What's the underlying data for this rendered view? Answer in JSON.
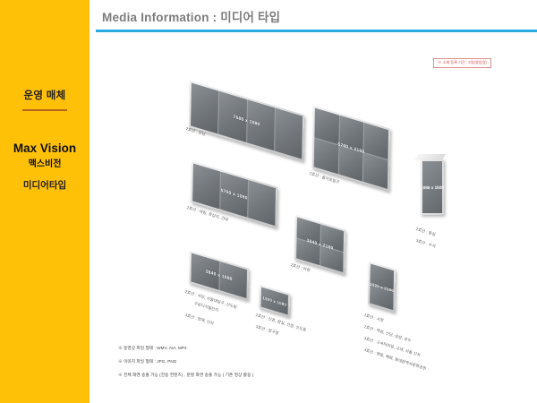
{
  "sidebar": {
    "title": "운영 매체",
    "brand_en": "Max Vision",
    "brand_kr": "맥스비전",
    "subtitle": "미디어타입",
    "bg_color": "#FFC107"
  },
  "header": {
    "title": "Media Information  : 미디어 타입",
    "rule_color": "#29ABE2"
  },
  "note_box": {
    "text": "※ 소재 등록 기간 : 3일(영업일)",
    "color": "#d94a4a"
  },
  "monitors": [
    {
      "id": "m-7680x1080",
      "resolution": "7680 x 1080",
      "panels": "4x1",
      "caption": "2호선 : 강남"
    },
    {
      "id": "m-5760x1080",
      "resolution": "5760 x 1080",
      "panels": "3x1",
      "caption": "2호선 : 대림, 왕십리, 건대"
    },
    {
      "id": "m-5760x2160",
      "resolution": "5760 x 2160",
      "panels": "3x2",
      "caption": "2호선 : 을지로입구"
    },
    {
      "id": "m-3840x1080",
      "resolution": "3840 x 1080",
      "panels": "2x1",
      "caption_line1": "2호선 : 사당, 서울대입구, 신도림",
      "caption_line2": "구로디지털단지",
      "caption_line3": "3호선 : 양재, 신사"
    },
    {
      "id": "m-3840x2160",
      "resolution": "3840 x 2160",
      "panels": "2x2",
      "caption": "2호선 : 아현"
    },
    {
      "id": "m-1920x1080",
      "resolution": "1920 x 1080",
      "panels": "1x1",
      "caption_line1": "2호선 : 신촌, 잠실, 신림, 신도림",
      "caption_line2": "3호선 : 압구정"
    },
    {
      "id": "m-1920x2160",
      "resolution": "1920 x 2160",
      "panels": "1x2",
      "caption_line1": "1호선 : 시청",
      "caption_line2": "2호선 : 역삼, 신당, 삼성, 성수",
      "caption_line3": "3호선 : 고속터미널, 교대, 서울 신사",
      "caption_line4": "4호선 : 명동, 혜화, 동대문역사문화공원"
    },
    {
      "id": "m-1080x1920",
      "resolution": "1080 x 1920",
      "panels": "1x1-portrait",
      "caption_line1": "2호선 : 잠실",
      "caption_line2": "3호선 : 수서"
    }
  ],
  "footnotes": [
    "※ 동영상 파일 형태 : WMV, AVI, MP4",
    "※ 이미지 파일 형태 : JPG, PNG",
    "※ 전체 화면 송출 가능 (전용 컨텐츠) , 분할 화면 송출 가능 ( 기존 영상 활용 )"
  ]
}
